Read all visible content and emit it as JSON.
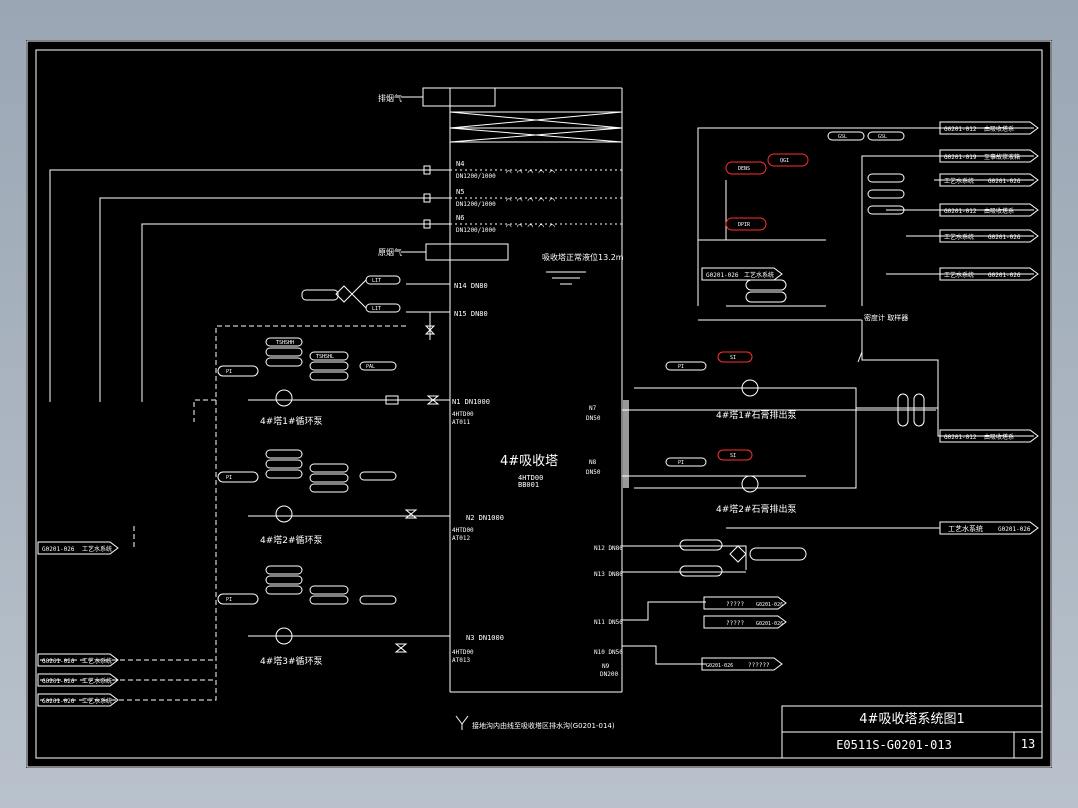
{
  "drawing": {
    "title": "4#吸收塔系统图1",
    "number": "E0511S-G0201-013",
    "sheet_no": "13",
    "tower_label": "4#吸收塔",
    "tower_tag": "4HTD00",
    "tower_tag2": "BB001",
    "bottom_note": "接地沟内由线至吸收塔区排水沟(G0201-014)",
    "level_note": "吸收塔正常液位13.2m",
    "gas_out": "排烟气",
    "gas_in": "原烟气"
  },
  "nozzles": {
    "n4": "N4",
    "n5": "N5",
    "n6": "N6",
    "dn_spray": "DN1200/1000",
    "n14": "N14  DN80",
    "n15": "N15  DN80",
    "n1": "N1  DN1000",
    "n2": "N2  DN1000",
    "n3": "N3  DN1000",
    "n7": "N7",
    "n8": "N8",
    "n7dn": "DN50",
    "n8dn": "DN50",
    "n12": "N12 DN80",
    "n13": "N13 DN80",
    "n11": "N11 DN50",
    "n10": "N10 DN50",
    "n9": "N9",
    "n9dn": "DN200",
    "at011": "AT011",
    "at012": "AT012",
    "at013": "AT013",
    "tag1": "4HTD00",
    "tag2": "4HTD00",
    "tag3": "4HTD00"
  },
  "pumps": {
    "p1": "4#塔1#循环泵",
    "p2": "4#塔2#循环泵",
    "p3": "4#塔3#循环泵",
    "g1": "4#塔1#石膏排出泵",
    "g2": "4#塔2#石膏排出泵"
  },
  "instruments": {
    "pi": "PI",
    "tshh": "TSHSHH",
    "tshl": "TSHSHL",
    "pal": "PAL",
    "lit": "LIT",
    "si": "SI",
    "dens": "DENS",
    "dpir": "DPIR",
    "qi": "QGI",
    "gsl": "GSL"
  },
  "offpage": {
    "r1": "G0201-012",
    "r1t": "由吸收塔系",
    "r2": "G0201-019",
    "r2t": "至事故浆液箱",
    "r3": "G0201-026",
    "r3t": "工艺水系统",
    "r4": "G0201-012",
    "r4t": "由吸收塔系",
    "r5": "G0201-026",
    "r5t": "工艺水系统",
    "r6": "G0201-026",
    "r6t": "工艺水系统",
    "r7": "G0201-012",
    "r7t": "由吸收塔系",
    "r8": "G0201-026",
    "r8t": "工艺水系统",
    "q1": "?????",
    "q1r": "G0201-026",
    "q2": "?????",
    "q2r": "G0201-026",
    "q3": "G0201-026",
    "q3t": "??????",
    "l1": "G0201-026",
    "l1t": "工艺水系统",
    "l2": "G0201-026",
    "l2t": "工艺水系统",
    "l3": "G0201-026",
    "l3t": "工艺水系统",
    "l4": "G0201-026",
    "l4t": "工艺水系统",
    "l5": "G0201-026",
    "l5t": "工艺水系统",
    "sampler": "密度计 取样器"
  },
  "colors": {
    "line": "#ffffff",
    "accent": "#ff3030",
    "frame": "#000000"
  }
}
